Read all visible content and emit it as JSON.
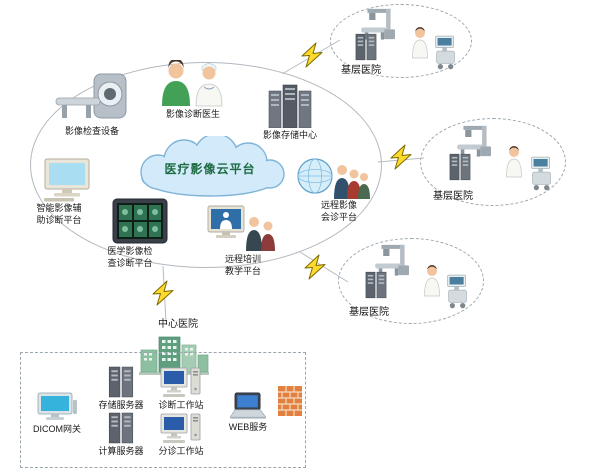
{
  "cloud": {
    "label": "医疗影像云平台"
  },
  "nodes": {
    "equipment": {
      "label": "影像检查设备"
    },
    "doctor": {
      "label": "影像诊断医生"
    },
    "storage": {
      "label": "影像存储中心"
    },
    "ai_platform": {
      "label": "智能影像辅助诊断平台"
    },
    "exam_platform": {
      "label": "医学影像检查诊断平台"
    },
    "training_platform": {
      "label": "远程培训教学平台"
    },
    "consult_platform": {
      "label": "远程影像会诊平台"
    }
  },
  "hospitals": {
    "top": {
      "label": "基层医院"
    },
    "middle": {
      "label": "基层医院"
    },
    "bottom": {
      "label": "基层医院"
    }
  },
  "central": {
    "label": "中心医院",
    "dicom": {
      "label": "DICOM网关"
    },
    "storage_server": {
      "label": "存储服务器"
    },
    "compute_server": {
      "label": "计算服务器"
    },
    "diagnosis_ws": {
      "label": "诊断工作站"
    },
    "triage_ws": {
      "label": "分诊工作站"
    },
    "web": {
      "label": "WEB服务"
    }
  },
  "colors": {
    "cloud_fill": "#d3eafa",
    "cloud_border": "#7fb4d8",
    "cloud_text": "#1d6b43",
    "lightning": "#ffd92b"
  }
}
